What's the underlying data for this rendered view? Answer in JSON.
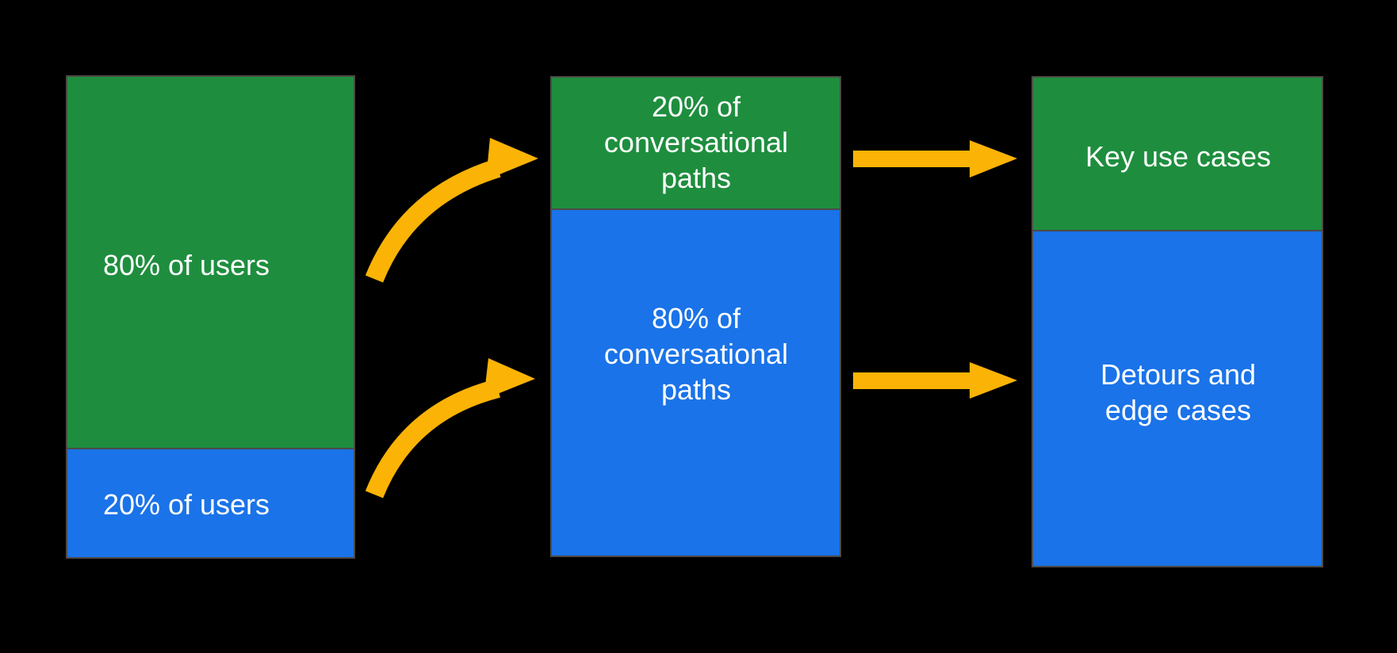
{
  "diagram_title": "",
  "colors": {
    "green": "#1e8e3e",
    "blue": "#1a73e8",
    "arrow": "#fbb305",
    "border": "#4d4a46",
    "text": "#ffffff",
    "background": "#000000"
  },
  "columns": [
    {
      "id": "users",
      "segments": [
        {
          "color": "green",
          "share": "80%",
          "label": "80% of users"
        },
        {
          "color": "blue",
          "share": "20%",
          "label": "20% of users"
        }
      ]
    },
    {
      "id": "conversational-paths",
      "segments": [
        {
          "color": "green",
          "share": "20%",
          "label": "20% of\nconversational\npaths"
        },
        {
          "color": "blue",
          "share": "80%",
          "label": "80% of\nconversational\npaths"
        }
      ]
    },
    {
      "id": "use-cases",
      "segments": [
        {
          "color": "green",
          "label": "Key use cases"
        },
        {
          "color": "blue",
          "label": "Detours and\nedge cases"
        }
      ]
    }
  ],
  "arrows": [
    {
      "name": "curved-arrow-users80-to-paths20",
      "style": "curved",
      "color": "#fbb305"
    },
    {
      "name": "curved-arrow-users20-to-paths80",
      "style": "curved",
      "color": "#fbb305"
    },
    {
      "name": "straight-arrow-paths20-to-key-use-cases",
      "style": "straight",
      "color": "#fbb305"
    },
    {
      "name": "straight-arrow-paths80-to-detours",
      "style": "straight",
      "color": "#fbb305"
    }
  ]
}
